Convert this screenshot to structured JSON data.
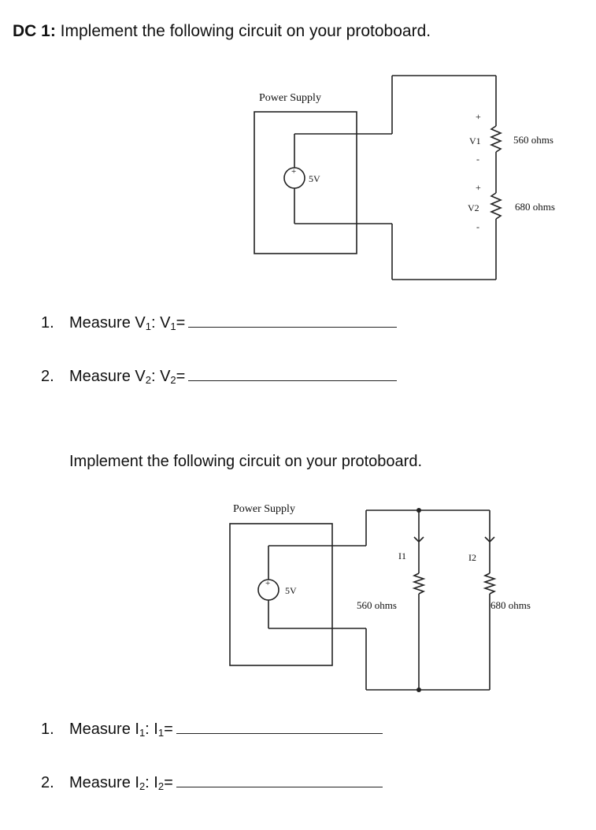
{
  "title": {
    "bold": "DC 1:",
    "rest": " Implement the following circuit on your protoboard."
  },
  "circuit1": {
    "power_supply_label": "Power Supply",
    "source_label": "5V",
    "v1_label": "V1",
    "v2_label": "V2",
    "plus": "+",
    "minus": "-",
    "r1_label": "560 ohms",
    "r2_label": "680 ohms"
  },
  "questions1": [
    {
      "number": "1.",
      "text": "Measure V",
      "sub1": "1",
      "mid": ": V",
      "sub2": "1",
      "end": "="
    },
    {
      "number": "2.",
      "text": "Measure V",
      "sub1": "2",
      "mid": ": V",
      "sub2": "2",
      "end": "="
    }
  ],
  "subheading": "Implement the following circuit on your protoboard.",
  "circuit2": {
    "power_supply_label": "Power Supply",
    "source_label": "5V",
    "i1_label": "I1",
    "i2_label": "I2",
    "r1_label": "560 ohms",
    "r2_label": "680 ohms"
  },
  "questions2": [
    {
      "number": "1.",
      "text": "Measure I",
      "sub1": "1",
      "mid": ": I",
      "sub2": "1",
      "end": "="
    },
    {
      "number": "2.",
      "text": "Measure I",
      "sub1": "2",
      "mid": ": I",
      "sub2": "2",
      "end": "="
    }
  ]
}
